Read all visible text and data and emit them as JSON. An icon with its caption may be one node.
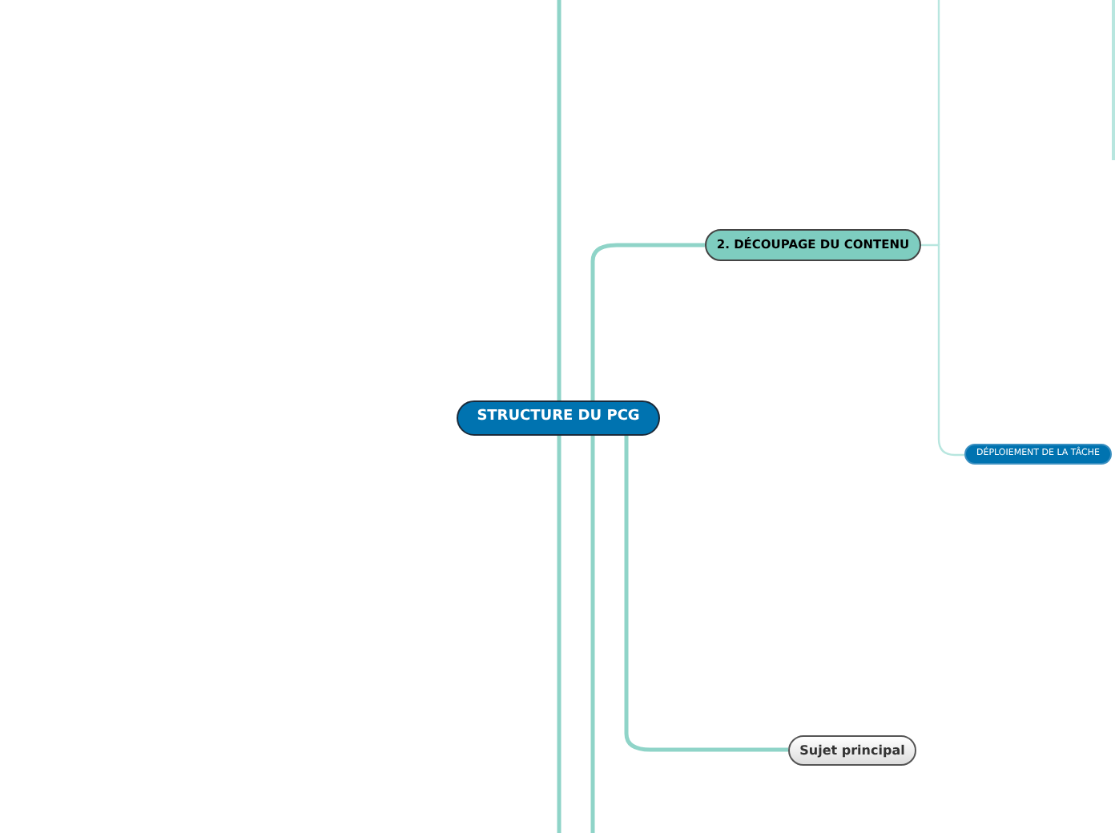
{
  "diagram": {
    "nodes": [
      {
        "text": [
          "STRUCTURE DU PCG"
        ]
      },
      {
        "text": [
          "2. DÉCOUPAGE DU CONTENU"
        ]
      },
      {
        "text": [
          "DÉPLOIEMENT DE LA TÂCHE"
        ]
      },
      {
        "text": [
          "Sujet principal"
        ]
      }
    ],
    "edges": [
      {
        "from": 0,
        "to": 1,
        "arrow": "none"
      },
      {
        "from": 0,
        "to": 3,
        "arrow": "none"
      },
      {
        "from": 1,
        "to": 2,
        "arrow": "none"
      },
      {
        "from": 0,
        "to": null,
        "arrow": "none"
      },
      {
        "from": 0,
        "to": null,
        "arrow": "none"
      },
      {
        "from": 0,
        "to": null,
        "arrow": "none"
      },
      {
        "from": 1,
        "to": null,
        "arrow": "none"
      }
    ]
  }
}
